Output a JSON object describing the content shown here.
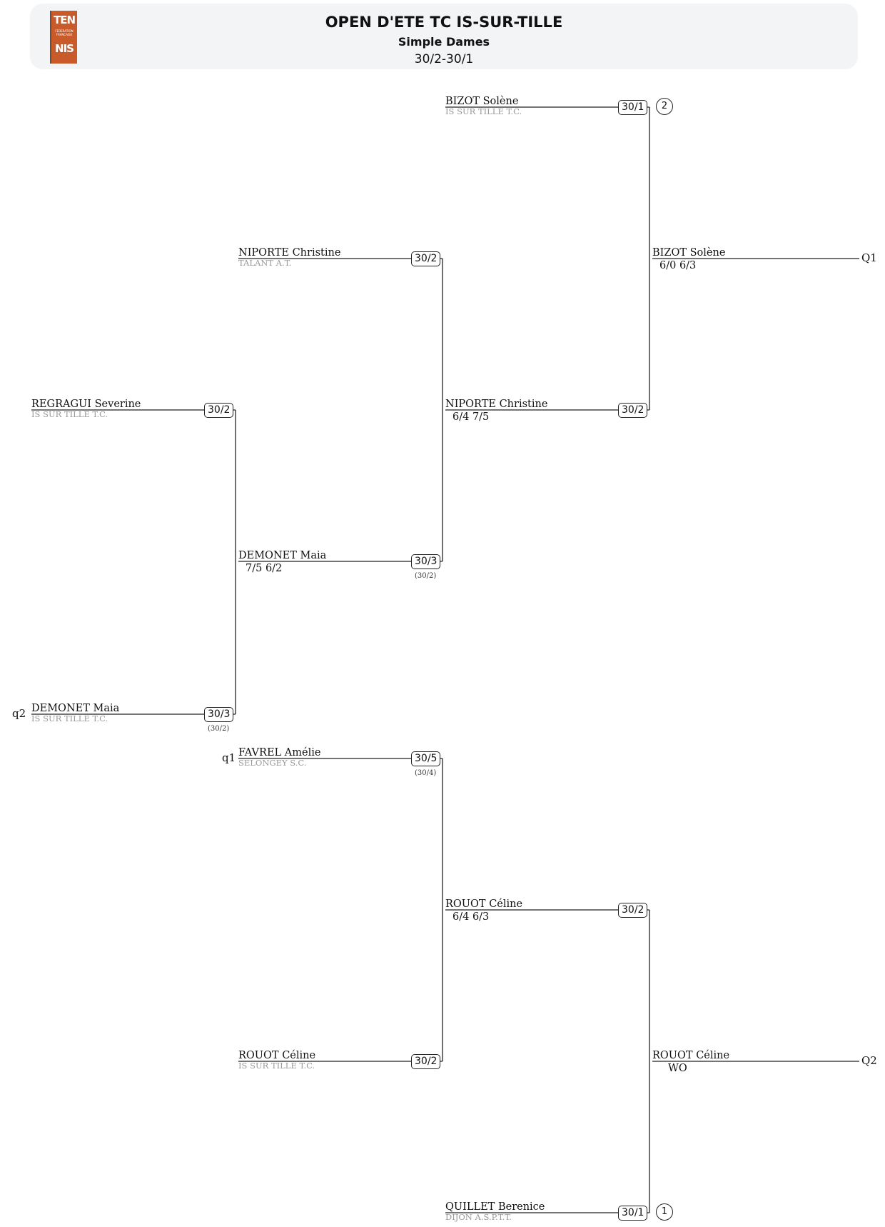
{
  "header": {
    "title": "OPEN D'ETE TC IS-SUR-TILLE",
    "subtitle": "Simple Dames",
    "range": "30/2-30/1",
    "logo": {
      "top": "TEN",
      "middle": "FEDERATION FRANCAISE",
      "bottom": "NIS"
    }
  },
  "bracket": {
    "bizot_entry": {
      "name": "BIZOT Solène",
      "club": "IS SUR TILLE T.C.",
      "rank": "30/1",
      "seed": "2"
    },
    "niporte_entry": {
      "name": "NIPORTE Christine",
      "club": "TALANT A.T.",
      "rank": "30/2"
    },
    "regragui_entry": {
      "name": "REGRAGUI Severine",
      "club": "IS SUR TILLE T.C.",
      "rank": "30/2"
    },
    "demonet_entry": {
      "name": "DEMONET Maia",
      "club": "IS SUR TILLE T.C.",
      "rank": "30/3",
      "prev_rank": "(30/2)",
      "tag": "q2"
    },
    "demonet_win": {
      "name": "DEMONET Maia",
      "score": "7/5 6/2",
      "rank": "30/3",
      "prev_rank": "(30/2)"
    },
    "niporte_win": {
      "name": "NIPORTE Christine",
      "score": "6/4 7/5",
      "rank": "30/2"
    },
    "bizot_win": {
      "name": "BIZOT Solène",
      "score": "6/0 6/3",
      "tag": "Q1"
    },
    "favrel_entry": {
      "name": "FAVREL Amélie",
      "club": "SELONGEY S.C.",
      "rank": "30/5",
      "prev_rank": "(30/4)",
      "tag": "q1"
    },
    "rouot_entry": {
      "name": "ROUOT Céline",
      "club": "IS SUR TILLE T.C.",
      "rank": "30/2"
    },
    "rouot_win1": {
      "name": "ROUOT Céline",
      "score": "6/4 6/3",
      "rank": "30/2"
    },
    "quillet_entry": {
      "name": "QUILLET Berenice",
      "club": "DIJON A.S.P.T.T.",
      "rank": "30/1",
      "seed": "1"
    },
    "rouot_win2": {
      "name": "ROUOT Céline",
      "score": "WO",
      "tag": "Q2"
    }
  },
  "colors": {
    "logo": "#c95a2a",
    "header_bg": "#f3f4f6",
    "club_text": "#999999",
    "line": "#222222"
  }
}
